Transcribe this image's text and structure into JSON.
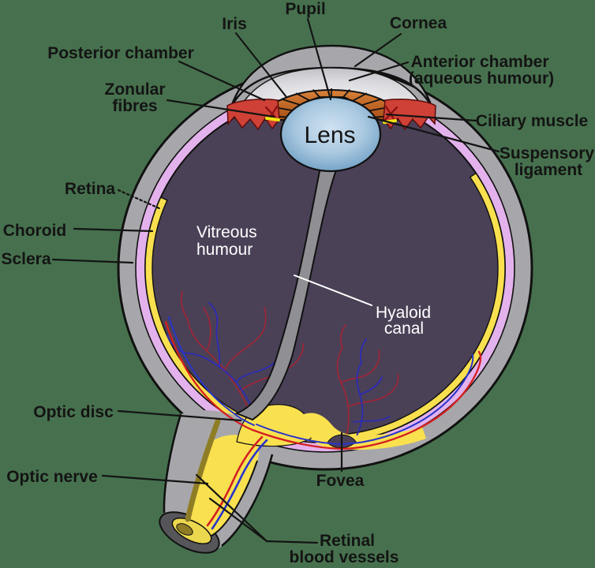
{
  "figure": {
    "title": "Schematic diagram of the human eye (cross-section)",
    "type": "anatomical-diagram"
  },
  "labels": {
    "pupil": "Pupil",
    "iris": "Iris",
    "cornea": "Cornea",
    "posterior_chamber": "Posterior chamber",
    "anterior_chamber_line1": "Anterior chamber",
    "anterior_chamber_line2": "(aqueous humour)",
    "zonular_line1": "Zonular",
    "zonular_line2": "fibres",
    "ciliary_muscle": "Ciliary muscle",
    "suspensory_line1": "Suspensory",
    "suspensory_line2": "ligament",
    "retina": "Retina",
    "choroid": "Choroid",
    "sclera": "Sclera",
    "vitreous_line1": "Vitreous",
    "vitreous_line2": "humour",
    "hyaloid_line1": "Hyaloid",
    "hyaloid_line2": "canal",
    "lens": "Lens",
    "optic_disc": "Optic disc",
    "optic_nerve": "Optic nerve",
    "fovea": "Fovea",
    "retinal_vessels_line1": "Retinal",
    "retinal_vessels_line2": "blood vessels"
  },
  "colors": {
    "background": "#47714e",
    "sclera": "#a7a7ab",
    "choroid": "#e3b2ec",
    "retina_yellow": "#f9e04f",
    "vitreous": "#4a4157",
    "lens_edge": "#6e9ec3",
    "lens_center": "#cfe2f1",
    "pupil_bump": "#a9cbe4",
    "iris_light": "#d8823a",
    "iris_dark": "#a84e16",
    "ciliary_red": "#cf4136",
    "ligament_x_red": "#8e1212",
    "zonule_yellow": "#f2e410",
    "canal_gray": "#909094",
    "nerve_cap_gray": "#55555a",
    "olive": "#8f7d26",
    "vessel_red": "#d42020",
    "vessel_blue": "#2834cc",
    "tree_red": "#9c2737",
    "tree_blue": "#2d2bb5",
    "chamber_light": "#f6f6f8",
    "chamber_mid": "#c3c3c9",
    "outline": "#111111",
    "label_dark": "#141414",
    "label_white": "#ffffff"
  }
}
